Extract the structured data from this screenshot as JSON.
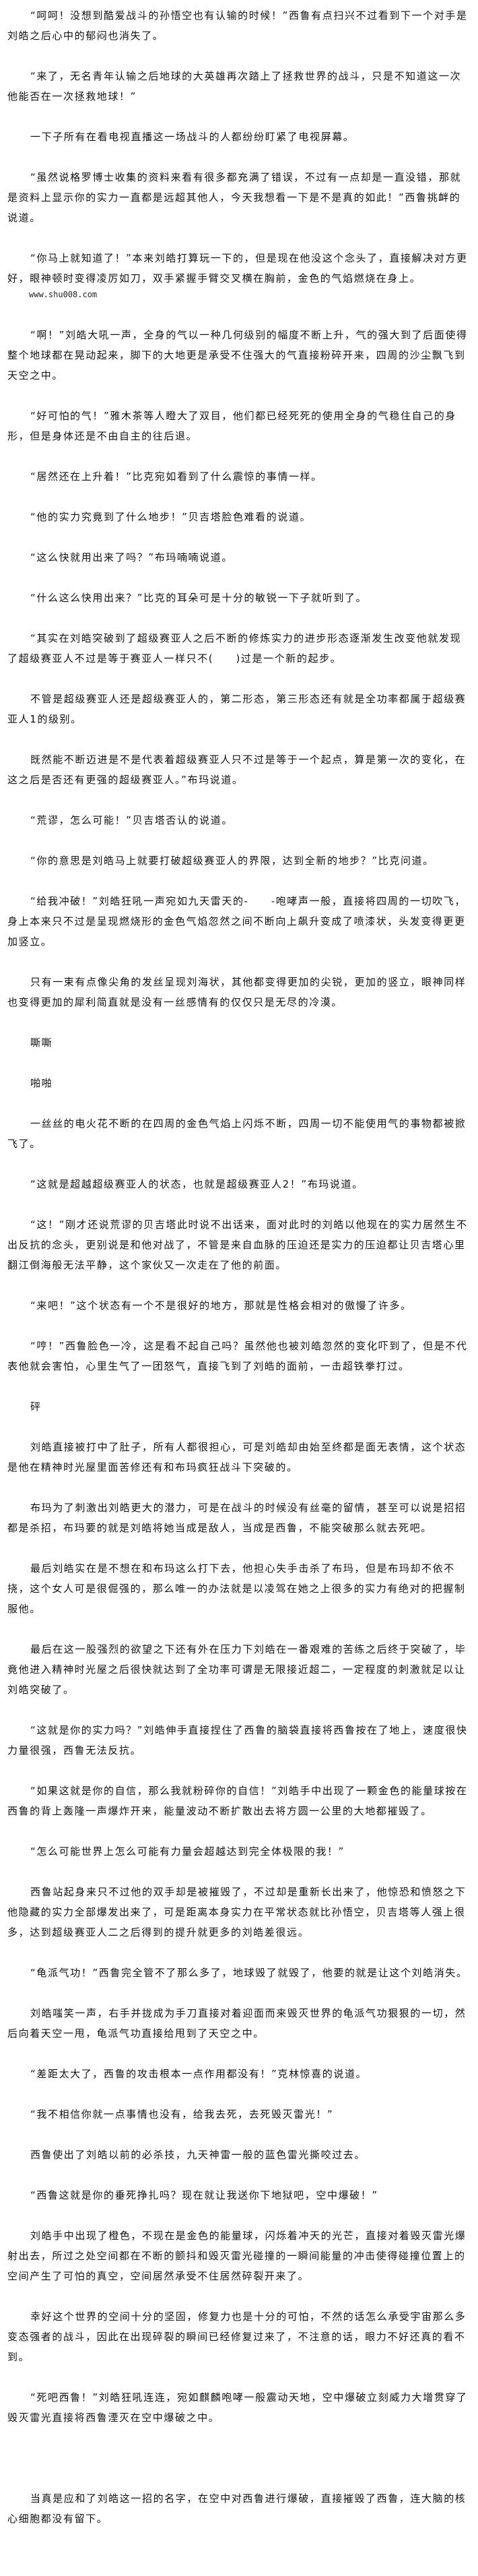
{
  "document": {
    "paragraphs": [
      "“呵呵！没想到酷爱战斗的孙悟空也有认输的时候！”西鲁有点扫兴不过看到下一个对手是刘皓之后心中的郁闷也消失了。",
      "“来了，无名青年认输之后地球的大英雄再次踏上了拯救世界的战斗，只是不知道这一次他能否在一次拯救地球！”",
      "一下子所有在看电视直播这一场战斗的人都纷纷盯紧了电视屏幕。",
      "“虽然说格罗博士收集的资料来看有很多都充满了错误，不过有一点却是一直没错，那就是资料上显示你的实力一直都是远超其他人，今天我想看一下是不是真的如此！”西鲁挑衅的说道。",
      "“你马上就知道了！”本来刘皓打算玩一下的，但是现在他没这个念头了，直接解决对方更好，眼神顿时变得凌厉如刀，双手紧握手臂交叉横在胸前，金色的气焰燃烧在身上。",
      "“啊！”刘皓大吼一声，全身的气以一种几何级别的幅度不断上升，气的强大到了后面使得整个地球都在晃动起来，脚下的大地更是承受不住强大的气直接粉碎开来，四周的沙尘飘飞到天空之中。",
      "“好可怕的气！”雅木茶等人瞪大了双目，他们都已经死死的使用全身的气稳住自己的身形，但是身体还是不由自主的往后退。",
      "“居然还在上升着！”比克宛如看到了什么震惊的事情一样。",
      "“他的实力究竟到了什么地步！”贝吉塔脸色难看的说道。",
      "“这么快就用出来了吗？”布玛喃喃说道。",
      "“什么这么快用出来？”比克的耳朵可是十分的敏锐一下子就听到了。",
      "“其实在刘皓突破到了超级赛亚人之后不断的修炼实力的进步形态逐渐发生改变他就发现了超级赛亚人不过是等于赛亚人一样只不(　　)过是一个新的起步。",
      "不管是超级赛亚人还是超级赛亚人的，第二形态，第三形态还有就是全功率都属于超级赛亚人1的级别。",
      "既然能不断迈进是不是代表着超级赛亚人只不过是等于一个起点，算是第一次的变化，在这之后是否还有更强的超级赛亚人。”布玛说道。",
      "“荒谬，怎么可能！”贝吉塔否认的说道。",
      "“你的意思是刘皓马上就要打破超级赛亚人的界限，达到全新的地步？”比克问道。",
      "“给我冲破！”刘皓狂吼一声宛如九天雷天的-　　-咆哮声一般，直接将四周的一切吹飞，身上本来只不过是呈现燃烧形的金色气焰忽然之间不断向上飙升变成了喷漆状，头发变得更更加竖立。",
      "只有一束有点像尖角的发丝呈现刘海状，其他都变得更加的尖锐，更加的竖立，眼神同样也变得更加的犀利简直就是没有一丝感情有的仅仅只是无尽的冷漠。",
      "嘶嘶",
      "啪啪",
      "一丝丝的电火花不断的在四周的金色气焰上闪烁不断，四周一切不能使用气的事物都被掀飞了。",
      "“这就是超越超级赛亚人的状态，也就是超级赛亚人2！”布玛说道。",
      "“这！”刚才还说荒谬的贝吉塔此时说不出话来，面对此时的刘皓以他现在的实力居然生不出反抗的念头，更别说是和他对战了，不管是来自血脉的压迫还是实力的压迫都让贝吉塔心里翻江倒海般无法平静，这个家伙又一次走在了他的前面。",
      "“来吧！”这个状态有一个不是很好的地方，那就是性格会相对的傲慢了许多。",
      "“哼！”西鲁脸色一冷，这是看不起自己吗？虽然他也被刘皓忽然的变化吓到了，但是不代表他就会害怕，心里生气了一团怒气，直接飞到了刘皓的面前，一击超铁拳打过。",
      "砰",
      "刘皓直接被打中了肚子，所有人都很担心，可是刘皓却由始至终都是面无表情，这个状态是他在精神时光屋里面苦修还有和布玛疯狂战斗下突破的。",
      "布玛为了刺激出刘皓更大的潜力，可是在战斗的时候没有丝毫的留情，甚至可以说是招招都是杀招，布玛要的就是刘皓将她当成是敌人，当成是西鲁，不能突破那么就去死吧。",
      "最后刘皓实在是不想在和布玛这么打下去，他担心失手击杀了布玛，但是布玛却不依不挠，这个女人可是很倔强的，那么唯一的办法就是以凌驾在她之上很多的实力有绝对的把握制服他。",
      "最后在这一股强烈的欲望之下还有外在压力下刘皓在一番艰难的苦练之后终于突破了，毕竟他进入精神时光屋之后很快就达到了全功率可谓是无限接近超二，一定程度的刺激就足以让刘皓突破了。",
      "“这就是你的实力吗？”刘皓伸手直接捏住了西鲁的脑袋直接将西鲁按在了地上，速度很快力量很强，西鲁无法反抗。",
      "“如果这就是你的自信，那么我就粉碎你的自信！”刘皓手中出现了一颗金色的能量球按在西鲁的背上轰隆一声爆炸开来，能量波动不断扩散出去将方圆一公里的大地都摧毁了。",
      "“怎么可能世界上怎么可能有力量会超越达到完全体极限的我！”",
      "西鲁站起身来只不过他的双手却是被摧毁了，不过却是重新长出来了，他惊恐和愤怒之下他隐藏的实力全部爆发出来了，可是距离本身实力在平常状态就比孙悟空，贝吉塔等人强上很多，达到超级赛亚人二之后得到的提升就更多的刘皓差很远。",
      "“龟派气功！”西鲁完全管不了那么多了，地球毁了就毁了，他要的就是让这个刘皓消失。",
      "刘皓嗤笑一声，右手并拢成为手刀直接对着迎面而来毁灭世界的龟派气功狠狠的一切，然后向着天空一甩，龟派气功直接给甩到了天空之中。",
      "“差距太大了，西鲁的攻击根本一点作用都没有！”克林惊喜的说道。",
      "“我不相信你就一点事情也没有，给我去死，去死毁灭雷光！”",
      "西鲁使出了刘皓以前的必杀技，九天神雷一般的蓝色雷光撕咬过去。",
      "“西鲁这就是你的垂死挣扎吗？现在就让我送你下地狱吧，空中爆破！”",
      "刘皓手中出现了橙色，不现在是金色的能量球，闪烁着冲天的光芒，直接对着毁灭雷光爆射出去，所过之处空间都在不断的颤抖和毁灭雷光碰撞的一瞬间能量的冲击使得碰撞位置上的空间产生了可怕的真空，空间居然承受不住居然碎裂开来了。",
      "幸好这个世界的空间十分的坚固，修复力也是十分的可怕，不然的话怎么承受宇宙那么多变态强者的战斗，因此在出现碎裂的瞬间已经修复过来了，不注意的话，眼力不好还真的看不到。",
      "“死吧西鲁！”刘皓狂吼连连，宛如麒麟咆哮一般震动天地，空中爆破立刻威力大增贯穿了毁灭雷光直接将西鲁湮灭在空中爆破之中。",
      "当真是应和了刘皓这一招的名字，在空中对西鲁进行爆破，直接摧毁了西鲁，连大脑的核心细胞都没有留下。"
    ],
    "site_mark": "www.shu008.com"
  }
}
